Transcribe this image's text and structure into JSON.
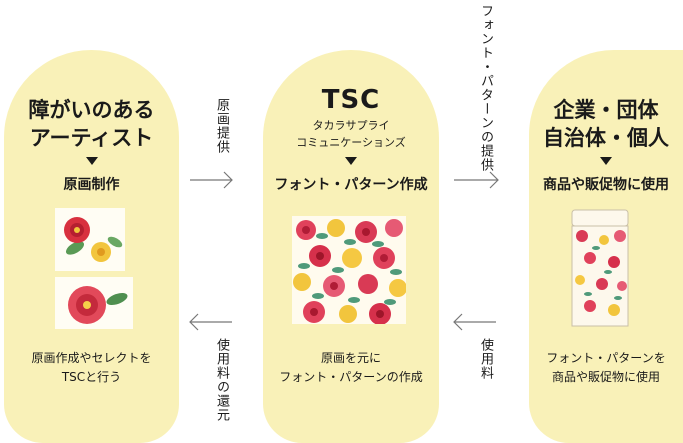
{
  "left": {
    "title_line1": "障がいのある",
    "title_line2": "アーティスト",
    "role": "原画制作",
    "desc_line1": "原画作成やセレクトを",
    "desc_line2": "TSCと行う"
  },
  "middle": {
    "title": "TSC",
    "subtitle_line1": "タカラサプライ",
    "subtitle_line2": "コミュニケーションズ",
    "role": "フォント・パターン作成",
    "desc_line1": "原画を元に",
    "desc_line2": "フォント・パターンの作成"
  },
  "right": {
    "title_line1": "企業・団体",
    "title_line2": "自治体・個人",
    "role": "商品や販促物に使用",
    "desc_line1": "フォント・パターンを",
    "desc_line2": "商品や販促物に使用"
  },
  "flows": {
    "left_to_mid": "原画提供",
    "mid_to_right": "フォント・パターンの提供",
    "right_to_mid": "使用料",
    "mid_to_left": "使用料の還元"
  },
  "colors": {
    "pill": "#f9f1b8",
    "text": "#1a1a1a",
    "arrow": "#777777"
  }
}
